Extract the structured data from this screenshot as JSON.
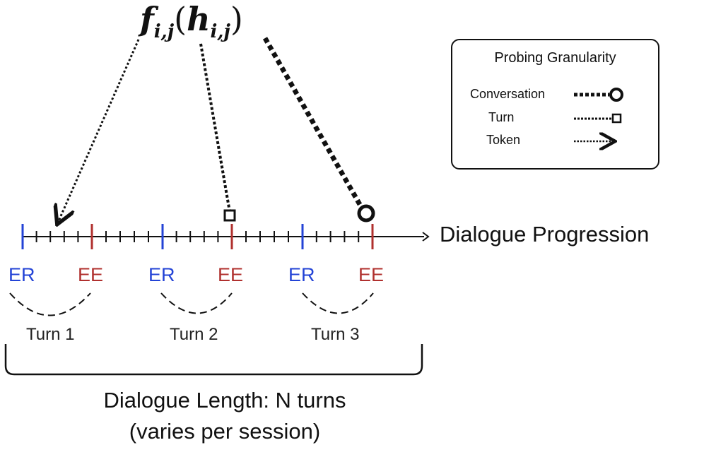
{
  "formula": {
    "f": "f",
    "h": "h",
    "subscript": "i,j"
  },
  "legend": {
    "title": "Probing Granularity",
    "items": [
      {
        "label": "Conversation",
        "marker": "circle-icon"
      },
      {
        "label": "Turn",
        "marker": "square-icon"
      },
      {
        "label": "Token",
        "marker": "arrow-icon"
      }
    ]
  },
  "axis": {
    "label": "Dialogue Progression"
  },
  "roles": {
    "er": "ER",
    "ee": "EE"
  },
  "turns": [
    "Turn 1",
    "Turn 2",
    "Turn 3"
  ],
  "caption": {
    "line1": "Dialogue Length: N turns",
    "line2": "(varies per session)"
  },
  "colors": {
    "er": "#2343d6",
    "ee": "#b0302e",
    "ink": "#111111"
  }
}
